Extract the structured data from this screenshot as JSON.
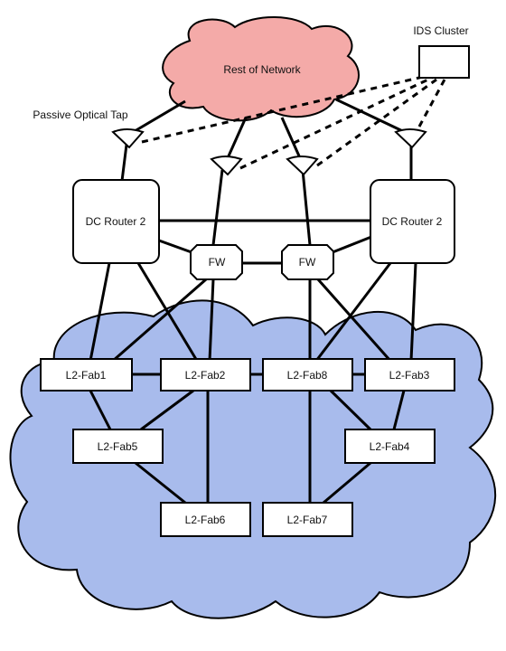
{
  "labels": {
    "rest_of_network": "Rest of Network",
    "ids_cluster": "IDS Cluster",
    "passive_optical_tap": "Passive Optical Tap",
    "router_left": "DC Router 2",
    "router_right": "DC Router 2",
    "fw_left": "FW",
    "fw_right": "FW",
    "fab1": "L2-Fab1",
    "fab2": "L2-Fab2",
    "fab8": "L2-Fab8",
    "fab3": "L2-Fab3",
    "fab5": "L2-Fab5",
    "fab4": "L2-Fab4",
    "fab6": "L2-Fab6",
    "fab7": "L2-Fab7"
  },
  "colors": {
    "network_cloud": "#f4aaa8",
    "fabric_cloud": "#a8bbec",
    "stroke": "#000000",
    "box_fill": "#ffffff"
  }
}
